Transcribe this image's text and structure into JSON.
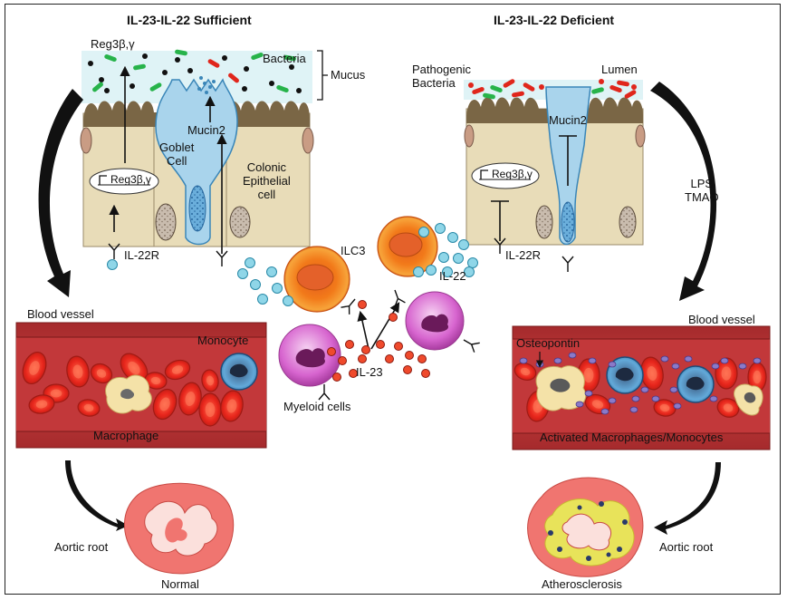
{
  "left_panel": {
    "title": "IL-23-IL-22 Sufficient",
    "reg_top": "Reg3β,γ",
    "bacteria": "Bacteria",
    "mucus": "Mucus",
    "mucin2": "Mucin2",
    "goblet_cell": "Goblet\nCell",
    "reg_gene": "Reg3β,γ",
    "colonic_epithelial_cell": "Colonic\nEpithelial\ncell",
    "il22r": "IL-22R",
    "blood_vessel": "Blood vessel",
    "monocyte": "Monocyte",
    "macrophage": "Macrophage",
    "aortic_root": "Aortic root",
    "outcome": "Normal"
  },
  "right_panel": {
    "title": "IL-23-IL-22 Deficient",
    "pathogenic_bacteria": "Pathogenic\nBacteria",
    "lumen": "Lumen",
    "mucin2": "Mucin2",
    "reg_gene": "Reg3β,γ",
    "il22r": "IL-22R",
    "lps_tmao": "LPS\nTMAO",
    "blood_vessel": "Blood vessel",
    "osteopontin": "Osteopontin",
    "activated": "Activated Macrophages/Monocytes",
    "aortic_root": "Aortic root",
    "outcome": "Atherosclerosis"
  },
  "center": {
    "ilc3": "ILC3",
    "il22": "IL-22",
    "il23": "IL-23",
    "myeloid_cells": "Myeloid cells"
  },
  "colors": {
    "mucus": "#dff3f6",
    "epithelium": "#e8dcb8",
    "villi": "#7a6645",
    "goblet": "#a9d4ec",
    "vessel": "#c2383a",
    "rbc": "#e8261c",
    "ilc3_outer": "#f37c20",
    "myeloid": "#d05ac8",
    "il22_dot": "#8fd6e8",
    "il23_dot": "#ef4a2c",
    "plaque": "#e8e35a",
    "aorta": "#f07570",
    "bacteria_green": "#27b34a",
    "bacteria_red": "#e0261c"
  }
}
